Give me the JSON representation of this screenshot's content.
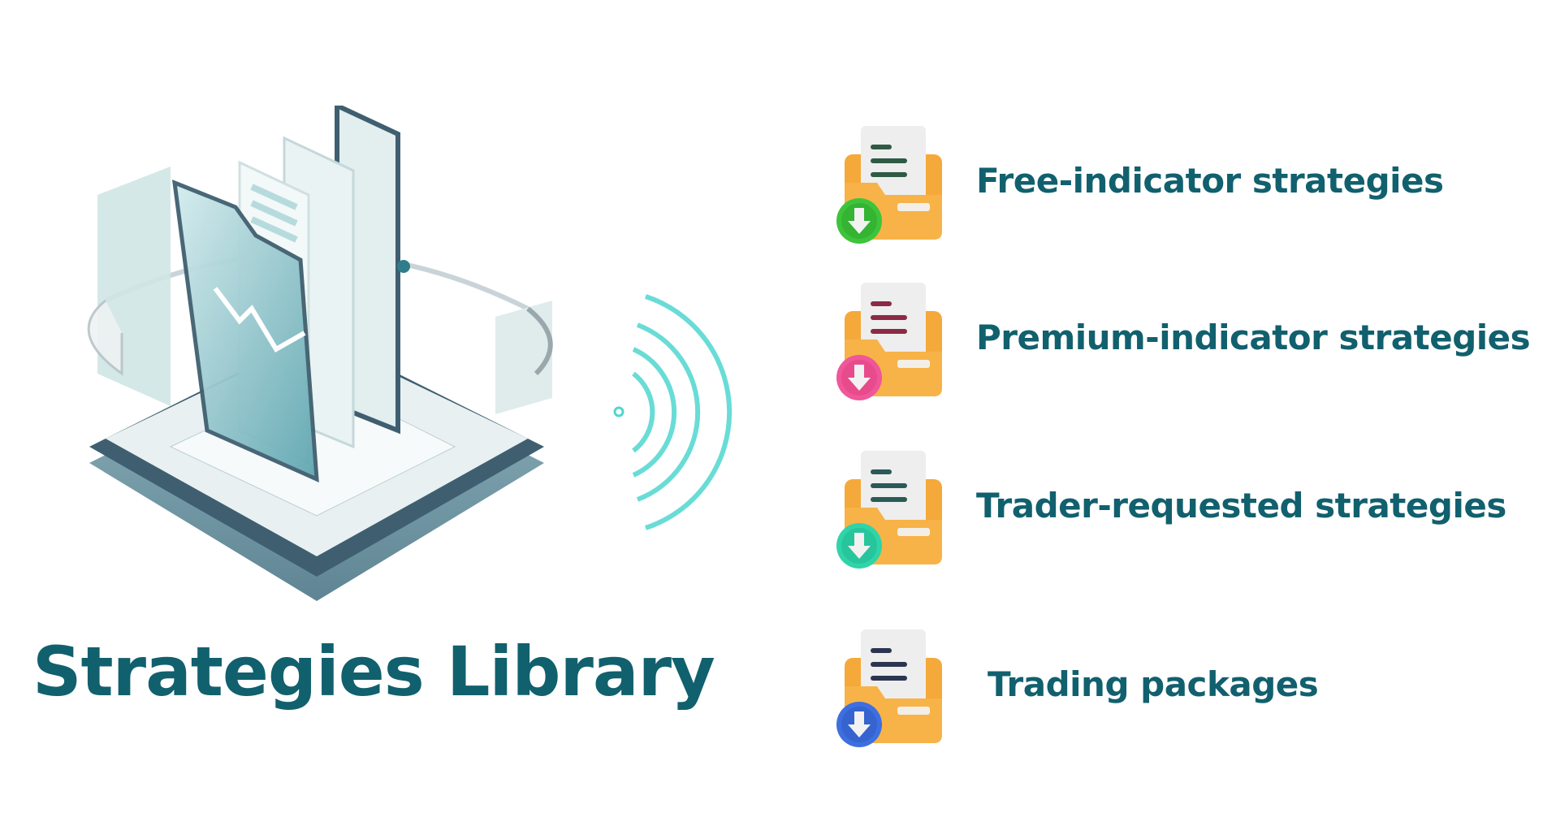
{
  "title": "Strategies Library",
  "colors": {
    "brand": "#11606e",
    "folder": "#f5a93a",
    "wave": "#4fd6d0"
  },
  "items": [
    {
      "label": "Free-indicator strategies",
      "icon": "folder-download-green-icon",
      "badge_color": "#3ec43a",
      "line_color": "#2f5a44"
    },
    {
      "label": "Premium-indicator strategies",
      "icon": "folder-download-pink-icon",
      "badge_color": "#f0569a",
      "line_color": "#8a2b45"
    },
    {
      "label": "Trader-requested strategies",
      "icon": "folder-download-teal-icon",
      "badge_color": "#2fd4a8",
      "line_color": "#2a5a56"
    },
    {
      "label": "Trading packages",
      "icon": "folder-download-blue-icon",
      "badge_color": "#3d6fe0",
      "line_color": "#2b3550"
    }
  ]
}
